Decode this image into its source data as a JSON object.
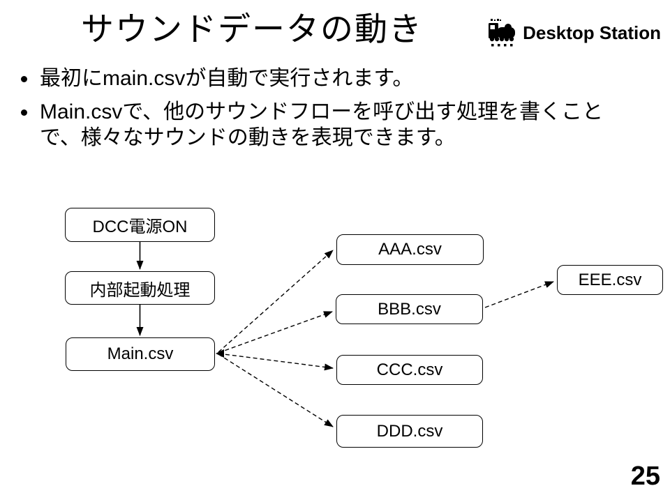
{
  "slide": {
    "title": "サウンドデータの動き",
    "page_number": "25",
    "background_color": "#ffffff",
    "ink_color": "#000000"
  },
  "logo": {
    "icon": "train-icon",
    "text": "Desktop Station"
  },
  "bullets": {
    "items": [
      {
        "text": "最初にmain.csvが自動で実行されます。"
      },
      {
        "text": "Main.csvで、他のサウンドフローを呼び出す処理を書くこと\nで、様々なサウンドの動きを表現できます。"
      }
    ]
  },
  "diagram": {
    "nodes": {
      "dcc": {
        "label": "DCC電源ON"
      },
      "internal": {
        "label": "内部起動処理"
      },
      "main": {
        "label": "Main.csv"
      },
      "aaa": {
        "label": "AAA.csv"
      },
      "bbb": {
        "label": "BBB.csv"
      },
      "ccc": {
        "label": "CCC.csv"
      },
      "ddd": {
        "label": "DDD.csv"
      },
      "eee": {
        "label": "EEE.csv"
      }
    },
    "edges": [
      {
        "from": "dcc",
        "to": "internal",
        "style": "solid"
      },
      {
        "from": "internal",
        "to": "main",
        "style": "solid"
      },
      {
        "from": "main",
        "to": "aaa",
        "style": "dashed"
      },
      {
        "from": "main",
        "to": "bbb",
        "style": "dashed"
      },
      {
        "from": "main",
        "to": "ccc",
        "style": "dashed"
      },
      {
        "from": "main",
        "to": "ddd",
        "style": "dashed"
      },
      {
        "from": "bbb",
        "to": "eee",
        "style": "dashed"
      }
    ]
  }
}
